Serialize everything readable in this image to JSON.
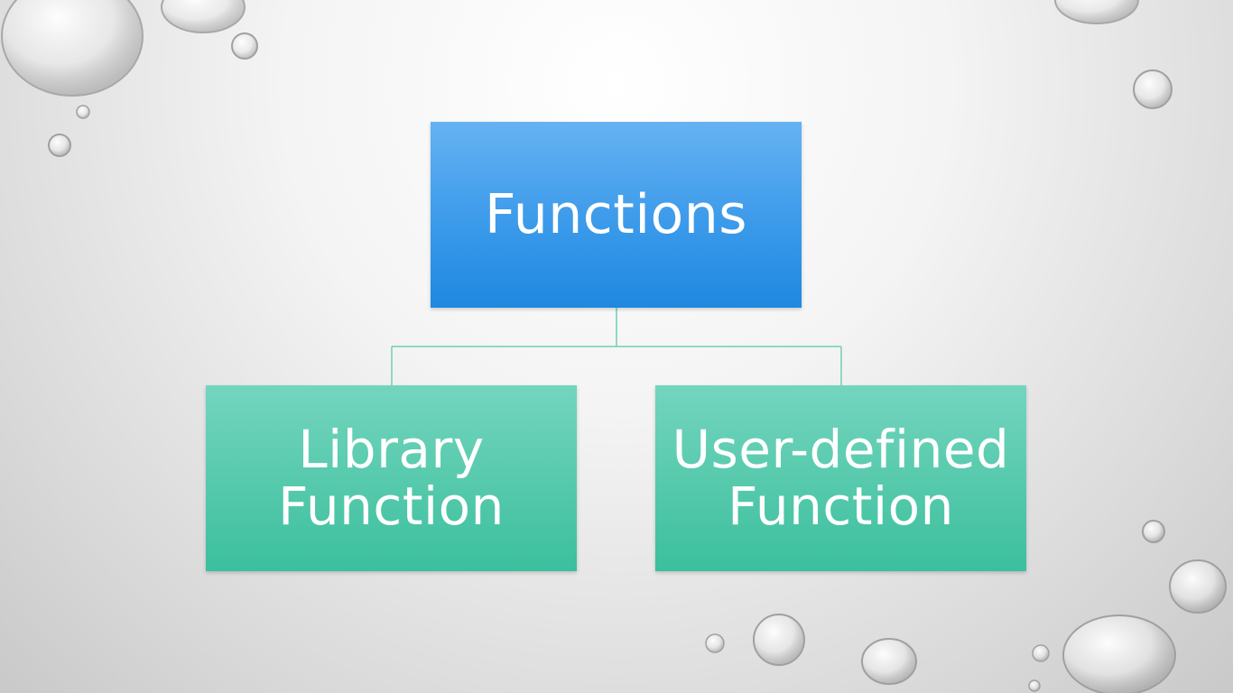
{
  "diagram": {
    "root": {
      "label": "Functions"
    },
    "children": [
      {
        "label": "Library Function"
      },
      {
        "label": "User-defined Function"
      }
    ]
  },
  "colors": {
    "root_fill": "#3b9aea",
    "child_fill": "#55c9ab",
    "connector": "#6fcfb4",
    "text": "#ffffff"
  }
}
